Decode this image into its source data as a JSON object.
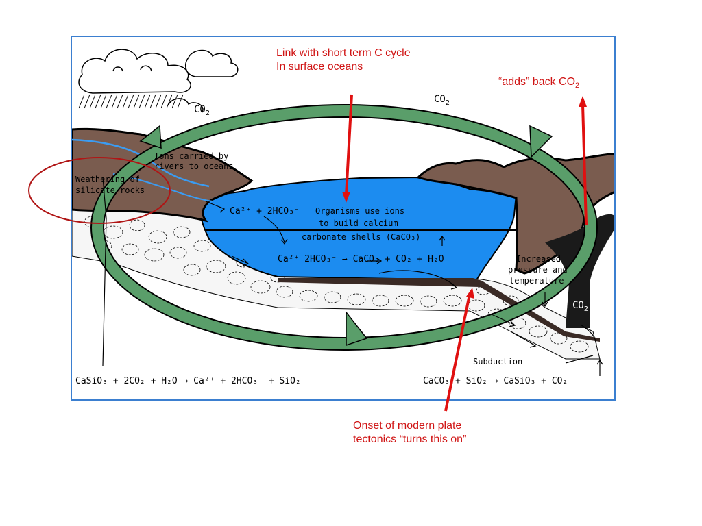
{
  "diagram": {
    "labels": {
      "co2_left": "CO",
      "co2_top": "CO",
      "co2_right": "CO",
      "co2_sub": "2",
      "ions_line1": "Ions carried by",
      "ions_line2": "rivers to oceans",
      "weathering_line1": "Weathering of",
      "weathering_line2": "silicate rocks",
      "ions_eq": "Ca²⁺ + 2HCO₃⁻",
      "organisms_line1": "Organisms use ions",
      "organisms_line2": "to build calcium",
      "organisms_line3": "carbonate shells (CaCO₃)",
      "reaction_mid": "Ca²⁺ 2HCO₃⁻ → CaCO₃ + CO₂ + H₂O",
      "pressure_line1": "Increased",
      "pressure_line2": "pressure and",
      "pressure_line3": "temperature",
      "subduction": "Subduction",
      "eq_left": "CaSiO₃ + 2CO₂ + H₂O → Ca²⁺ + 2HCO₃⁻ + SiO₂",
      "eq_right": "CaCO₃ + SiO₂ → CaSiO₃ + CO₂"
    }
  },
  "annotations": {
    "link_line1": "Link with short term C cycle",
    "link_line2": "In surface oceans",
    "adds_back": "“adds” back CO",
    "adds_back_sub": "2",
    "onset_line1": "Onset of modern plate",
    "onset_line2": "tectonics “turns this on”"
  },
  "colors": {
    "ocean": "#1c8cf0",
    "land": "#7a5c4f",
    "cycle_arrow": "#5a9e6a",
    "annotation_red": "#d01515",
    "frame_border": "#3b7fd0"
  }
}
